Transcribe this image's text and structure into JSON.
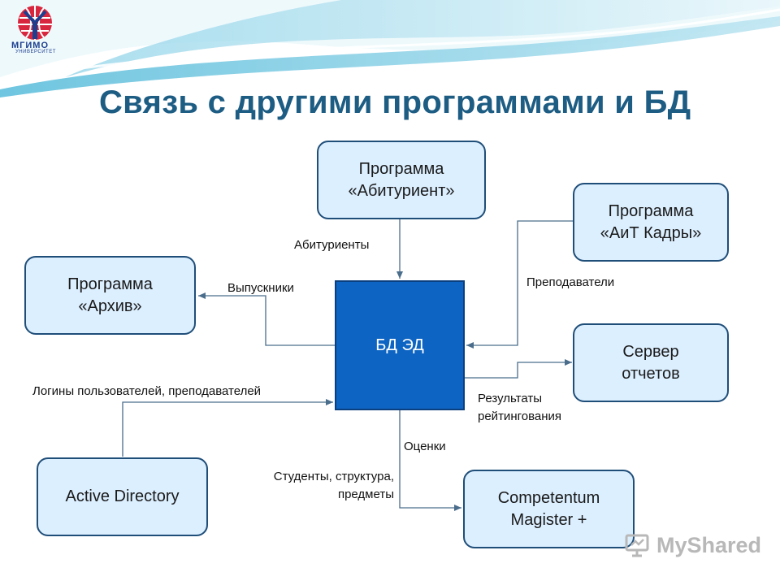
{
  "title": "Связь с другими программами и БД",
  "logo": {
    "name": "МГИМО",
    "subtitle": "УНИВЕРСИТЕТ"
  },
  "watermark": {
    "text": "MyShared"
  },
  "nodes": {
    "abiturient": {
      "line1": "Программа",
      "line2": "«Абитуриент»"
    },
    "ait_kadry": {
      "line1": "Программа",
      "line2": "«АиТ Кадры»"
    },
    "arhiv": {
      "line1": "Программа",
      "line2": "«Архив»"
    },
    "center": {
      "label": "БД ЭД"
    },
    "server": {
      "line1": "Сервер",
      "line2": "отчетов"
    },
    "ad": {
      "label": "Active Directory"
    },
    "competentum": {
      "line1": "Competentum",
      "line2": "Magister +"
    }
  },
  "edges": {
    "abiturienty": "Абитуриенты",
    "vypuskniki": "Выпускники",
    "prepodavateli": "Преподаватели",
    "logins": "Логины пользователей, преподавателей",
    "results_line1": "Результаты",
    "results_line2": "рейтингования",
    "ocenki": "Оценки",
    "students_line1": "Студенты, структура,",
    "students_line2": "предметы"
  },
  "colors": {
    "title": "#1d5c83",
    "node_fill": "#dcefff",
    "node_border": "#1f4e79",
    "center_fill": "#0e64c2",
    "arrow": "#4a6d8c"
  }
}
